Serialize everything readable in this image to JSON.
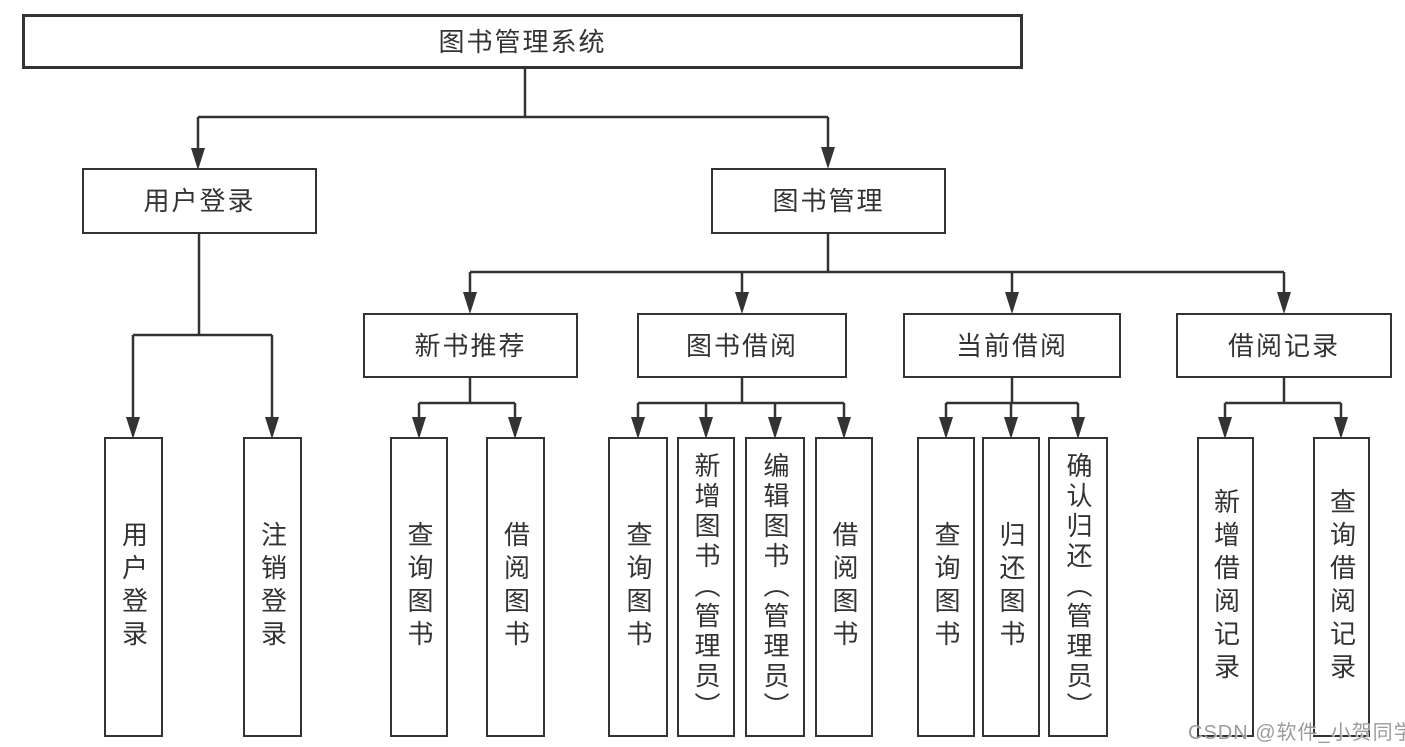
{
  "tree": {
    "root": {
      "label": "图书管理系统"
    },
    "branches": [
      {
        "label": "用户登录",
        "children": [
          {
            "label": "用户登录"
          },
          {
            "label": "注销登录"
          }
        ]
      },
      {
        "label": "图书管理",
        "children": [
          {
            "label": "新书推荐",
            "children": [
              {
                "label": "查询图书"
              },
              {
                "label": "借阅图书"
              }
            ]
          },
          {
            "label": "图书借阅",
            "children": [
              {
                "label": "查询图书"
              },
              {
                "label": "新增图书（管理员）"
              },
              {
                "label": "编辑图书（管理员）"
              },
              {
                "label": "借阅图书"
              }
            ]
          },
          {
            "label": "当前借阅",
            "children": [
              {
                "label": "查询图书"
              },
              {
                "label": "归还图书"
              },
              {
                "label": "确认归还（管理员）"
              }
            ]
          },
          {
            "label": "借阅记录",
            "children": [
              {
                "label": "新增借阅记录"
              },
              {
                "label": "查询借阅记录"
              }
            ]
          }
        ]
      }
    ]
  },
  "watermark": {
    "text": "CSDN @软件_小贺同学"
  },
  "colors": {
    "line": "#333333",
    "text": "#333333",
    "background": "#ffffff",
    "watermark": "#9b9b9b"
  }
}
